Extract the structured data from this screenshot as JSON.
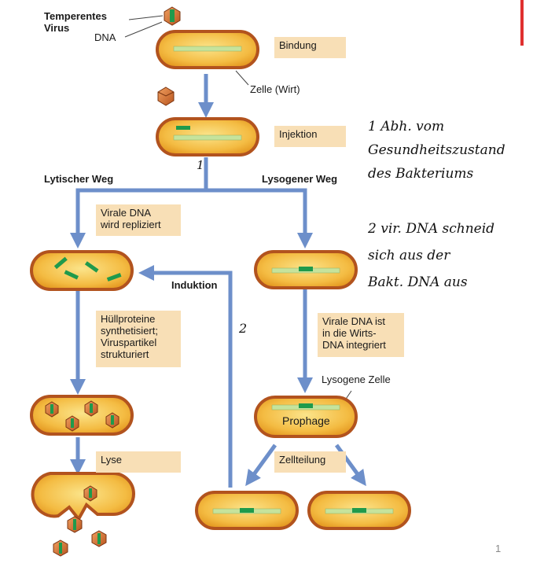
{
  "labels": {
    "temperent_virus_line1": "Temperentes",
    "temperent_virus_line2": "Virus",
    "dna": "DNA",
    "cell_host": "Zelle (Wirt)",
    "lytic_path": "Lytischer Weg",
    "lysogenic_path": "Lysogener Weg",
    "induction": "Induktion",
    "lysogenic_cell": "Lysogene Zelle",
    "prophage": "Prophage",
    "page_number": "1"
  },
  "steps": {
    "binding": "Bindung",
    "injection": "Injektion",
    "viral_dna_replicated": [
      "Virale DNA",
      "wird repliziert"
    ],
    "coat_proteins": [
      "Hüllproteine",
      "synthetisiert;",
      "Viruspartikel",
      "strukturiert"
    ],
    "lysis": "Lyse",
    "viral_dna_integrated": [
      "Virale DNA ist",
      "in die Wirts-",
      "DNA integriert"
    ],
    "cell_division": "Zellteilung"
  },
  "annotations": {
    "marker_1": "1",
    "marker_2": "2",
    "note_1": [
      "1 Abh. vom",
      "Gesundheitszustand",
      "des Bakteriums"
    ],
    "note_2": [
      "2 vir. DNA schneid",
      "sich aus der",
      "Bakt. DNA aus"
    ]
  },
  "colors": {
    "cell_fill": "#f3b53a",
    "cell_border": "#b2531e",
    "host_dna": "#c6e39c",
    "viral_dna": "#1f9a4c",
    "arrow": "#6d8fca",
    "step_box": "#f8dfb6",
    "accent_mark": "#e0302f"
  },
  "icons": [
    "virus-icon",
    "bacterium-cell",
    "arrow"
  ]
}
